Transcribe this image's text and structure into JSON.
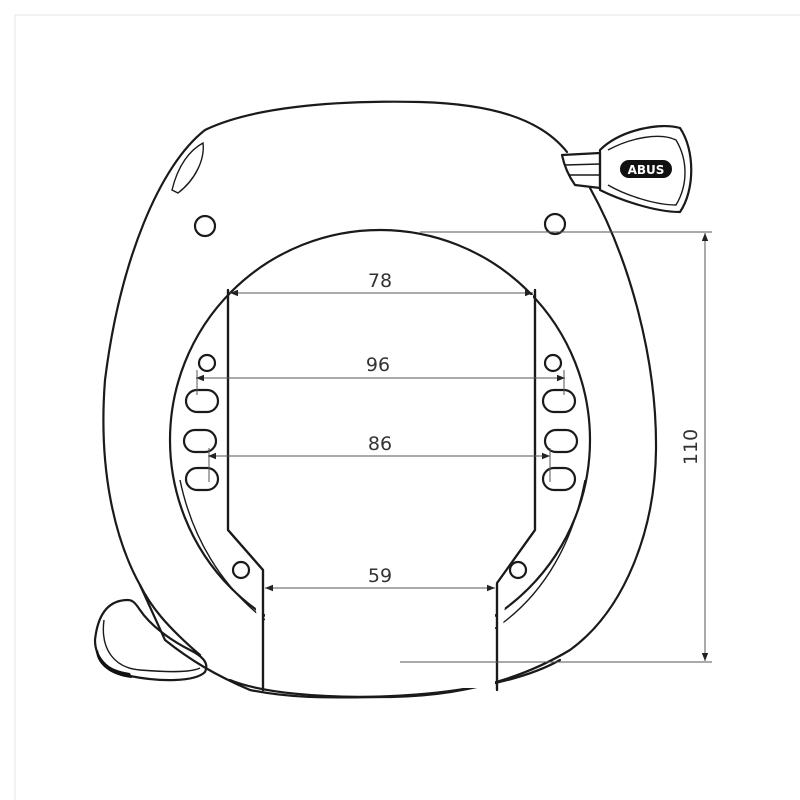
{
  "drawing": {
    "brand_logo": "ABUS",
    "dimensions": {
      "inner_top_width": "78",
      "outer_slot_width": "96",
      "inner_slot_width": "86",
      "shackle_opening": "59",
      "height": "110"
    },
    "colors": {
      "line": "#1a1a1a",
      "dimension": "#555555",
      "background": "#ffffff"
    }
  }
}
